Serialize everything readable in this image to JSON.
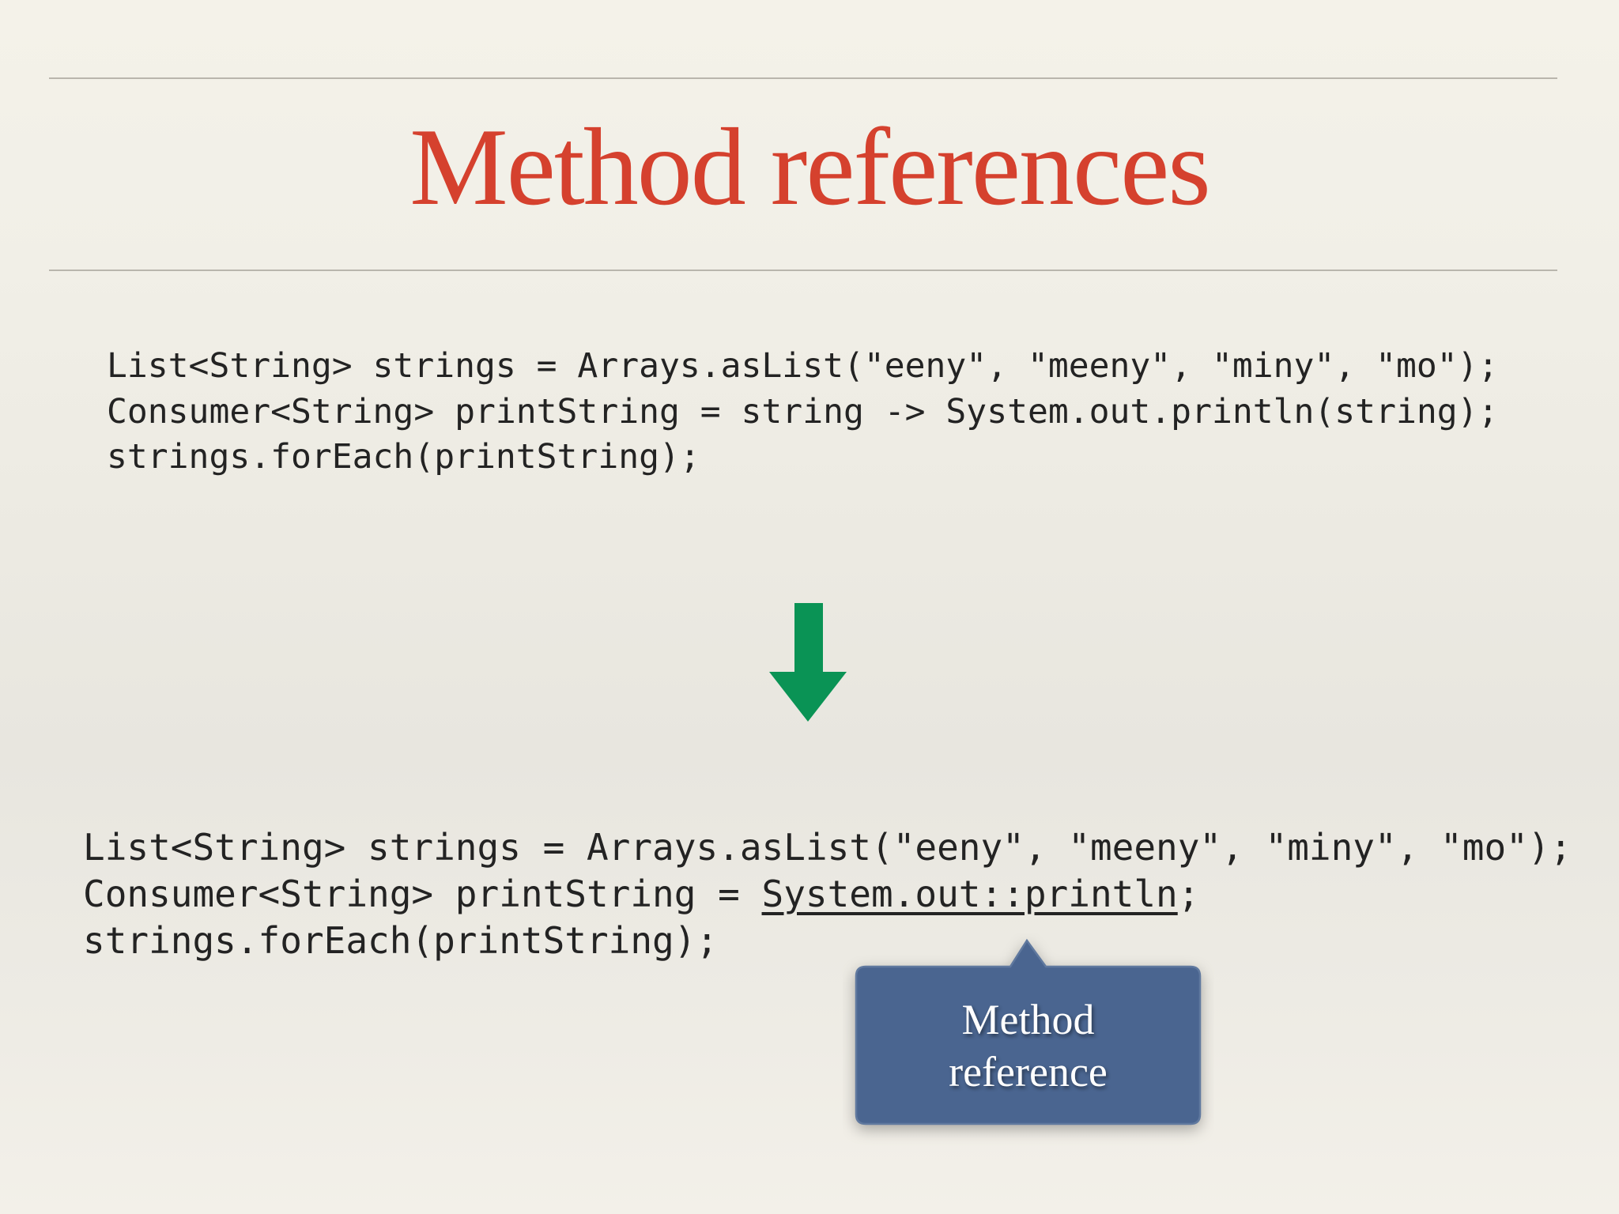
{
  "slide": {
    "title": "Method references",
    "title_color": "#d5412e",
    "background_color_top": "#f4f2e9",
    "background_color_mid": "#e8e6df",
    "rule_color": "#b9b6ad",
    "code_color": "#232323",
    "code_before": {
      "lines": [
        "List<String> strings = Arrays.asList(\"eeny\", \"meeny\", \"miny\", \"mo\");",
        "Consumer<String> printString = string -> System.out.println(string);",
        "strings.forEach(printString);"
      ]
    },
    "arrow": {
      "icon": "down-arrow-icon",
      "color": "#0a9355"
    },
    "code_after": {
      "line1": "List<String> strings = Arrays.asList(\"eeny\", \"meeny\", \"miny\", \"mo\");",
      "line2_prefix": "Consumer<String> printString = ",
      "line2_underlined": "System.out::println",
      "line2_suffix": ";",
      "line3": "strings.forEach(printString);"
    },
    "callout": {
      "line1": "Method",
      "line2": "reference",
      "bg_color": "#4a6590",
      "border_color": "#60799f",
      "text_color": "#ffffff"
    }
  }
}
